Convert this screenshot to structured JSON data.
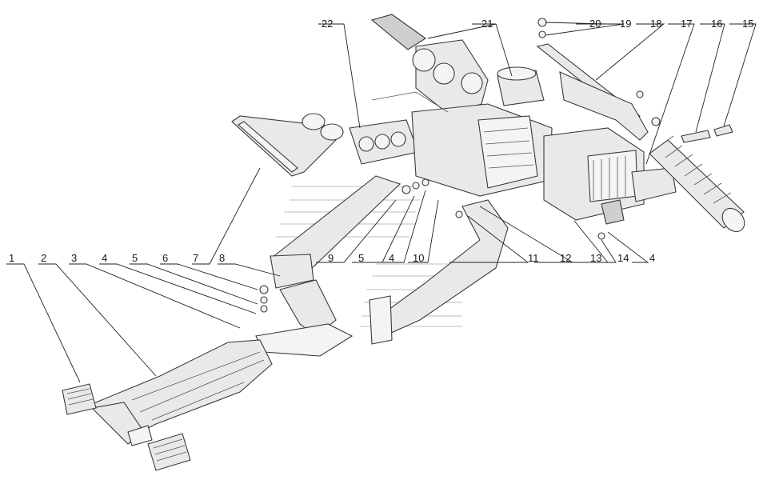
{
  "callouts": [
    "1",
    "2",
    "3",
    "4",
    "5",
    "6",
    "7",
    "8",
    "9",
    "5",
    "4",
    "10",
    "11",
    "12",
    "13",
    "14",
    "4",
    "15",
    "16",
    "17",
    "18",
    "19",
    "20",
    "21",
    "22"
  ],
  "colors": {
    "line": "#222222",
    "part_fill": "#e9e9e9",
    "background": "#ffffff"
  }
}
